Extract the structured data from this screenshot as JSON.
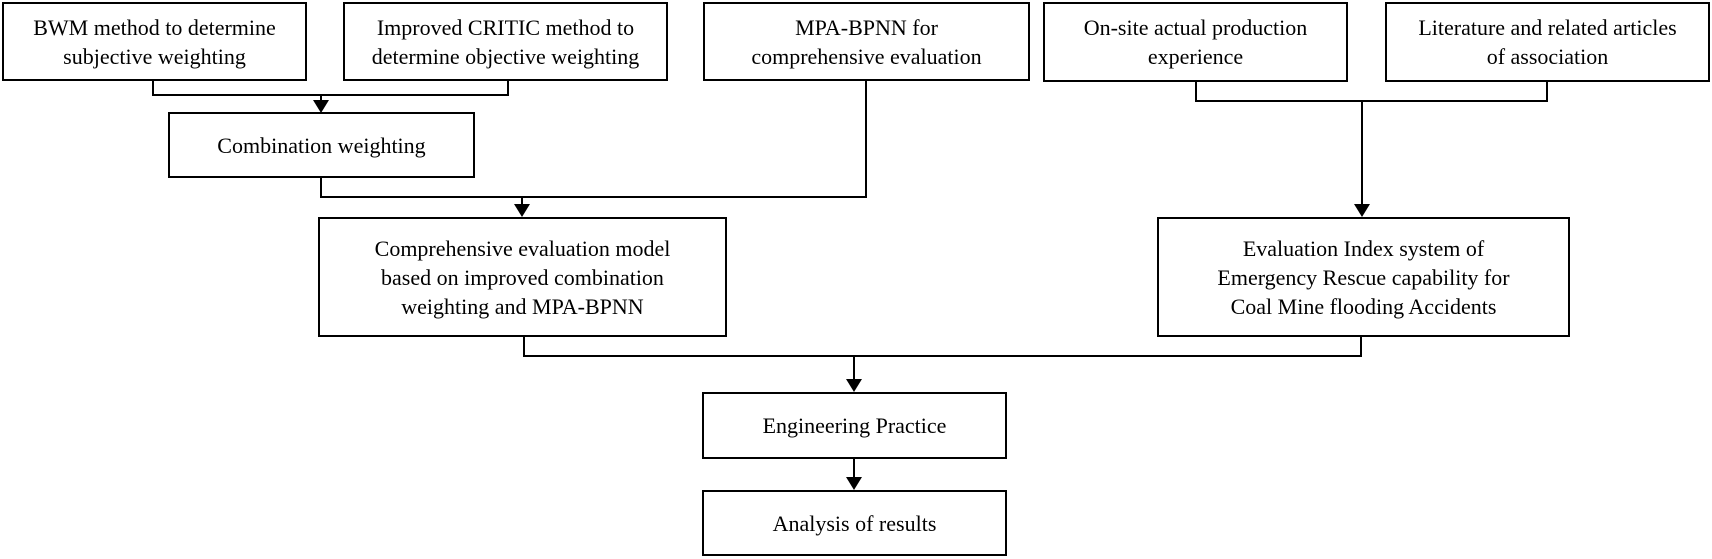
{
  "diagram": {
    "type": "flowchart",
    "nodes": {
      "bwm": {
        "label": "BWM method to determine\nsubjective weighting"
      },
      "critic": {
        "label": "Improved CRITIC method to\ndetermine objective weighting"
      },
      "mpa_bpnn": {
        "label": "MPA-BPNN for\ncomprehensive evaluation"
      },
      "onsite": {
        "label": "On-site actual production\nexperience"
      },
      "literature": {
        "label": "Literature and related articles\nof association"
      },
      "combination": {
        "label": "Combination weighting"
      },
      "model": {
        "label": "Comprehensive evaluation model\nbased on improved combination\nweighting and MPA-BPNN"
      },
      "index_system": {
        "label": "Evaluation Index system of\nEmergency Rescue capability for\nCoal Mine flooding Accidents"
      },
      "engineering": {
        "label": "Engineering Practice"
      },
      "analysis": {
        "label": "Analysis of results"
      }
    },
    "edges": [
      {
        "from": [
          "bwm",
          "critic"
        ],
        "to": "combination"
      },
      {
        "from": [
          "combination",
          "mpa_bpnn"
        ],
        "to": "model"
      },
      {
        "from": [
          "onsite",
          "literature"
        ],
        "to": "index_system"
      },
      {
        "from": [
          "model",
          "index_system"
        ],
        "to": "engineering"
      },
      {
        "from": [
          "engineering"
        ],
        "to": "analysis"
      }
    ],
    "colors": {
      "background": "#ffffff",
      "box_fill": "#ffffff",
      "box_border": "#000000",
      "text": "#000000",
      "connector": "#000000"
    }
  }
}
